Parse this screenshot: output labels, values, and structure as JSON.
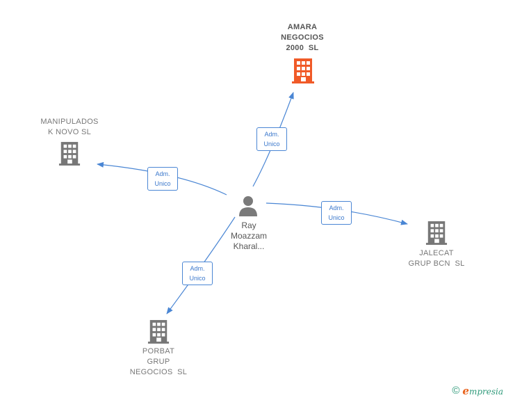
{
  "colors": {
    "edge": "#4a86d4",
    "company": "#777777",
    "company_main": "#f05a28",
    "person": "#7a7a7a",
    "brand": "#2f9a7a"
  },
  "person": {
    "label_lines": [
      "Ray",
      "Moazzam",
      "Kharal..."
    ],
    "icon": "person-icon"
  },
  "companies": [
    {
      "id": "amara",
      "label_lines": [
        "AMARA",
        "NEGOCIOS",
        "2000  SL"
      ],
      "main": true,
      "icon": "building-icon"
    },
    {
      "id": "manipulados",
      "label_lines": [
        "MANIPULADOS",
        "K NOVO SL"
      ],
      "main": false,
      "icon": "building-icon"
    },
    {
      "id": "jalecat",
      "label_lines": [
        "JALECAT",
        "GRUP BCN  SL"
      ],
      "main": false,
      "icon": "building-icon"
    },
    {
      "id": "porbat",
      "label_lines": [
        "PORBAT",
        "GRUP",
        "NEGOCIOS  SL"
      ],
      "main": false,
      "icon": "building-icon"
    }
  ],
  "edges": [
    {
      "to": "amara",
      "label_lines": [
        "Adm.",
        "Unico"
      ]
    },
    {
      "to": "manipulados",
      "label_lines": [
        "Adm.",
        "Unico"
      ]
    },
    {
      "to": "jalecat",
      "label_lines": [
        "Adm.",
        "Unico"
      ]
    },
    {
      "to": "porbat",
      "label_lines": [
        "Adm.",
        "Unico"
      ]
    }
  ],
  "brand": {
    "copyright_symbol": "©",
    "e_letter": "e",
    "name_rest": "mpresia"
  }
}
